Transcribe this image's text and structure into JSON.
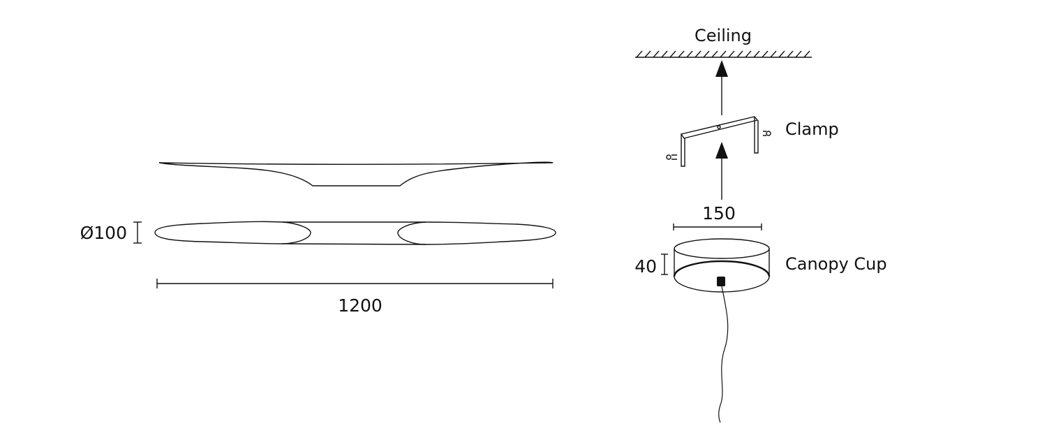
{
  "drawing": {
    "diameter_label": "Ø100",
    "length_label": "1200",
    "ceiling_label": "Ceiling",
    "clamp_label": "Clamp",
    "canopy_width_label": "150",
    "canopy_height_label": "40",
    "canopy_label": "Canopy Cup"
  },
  "colors": {
    "line": "#111111",
    "background": "#ffffff"
  }
}
